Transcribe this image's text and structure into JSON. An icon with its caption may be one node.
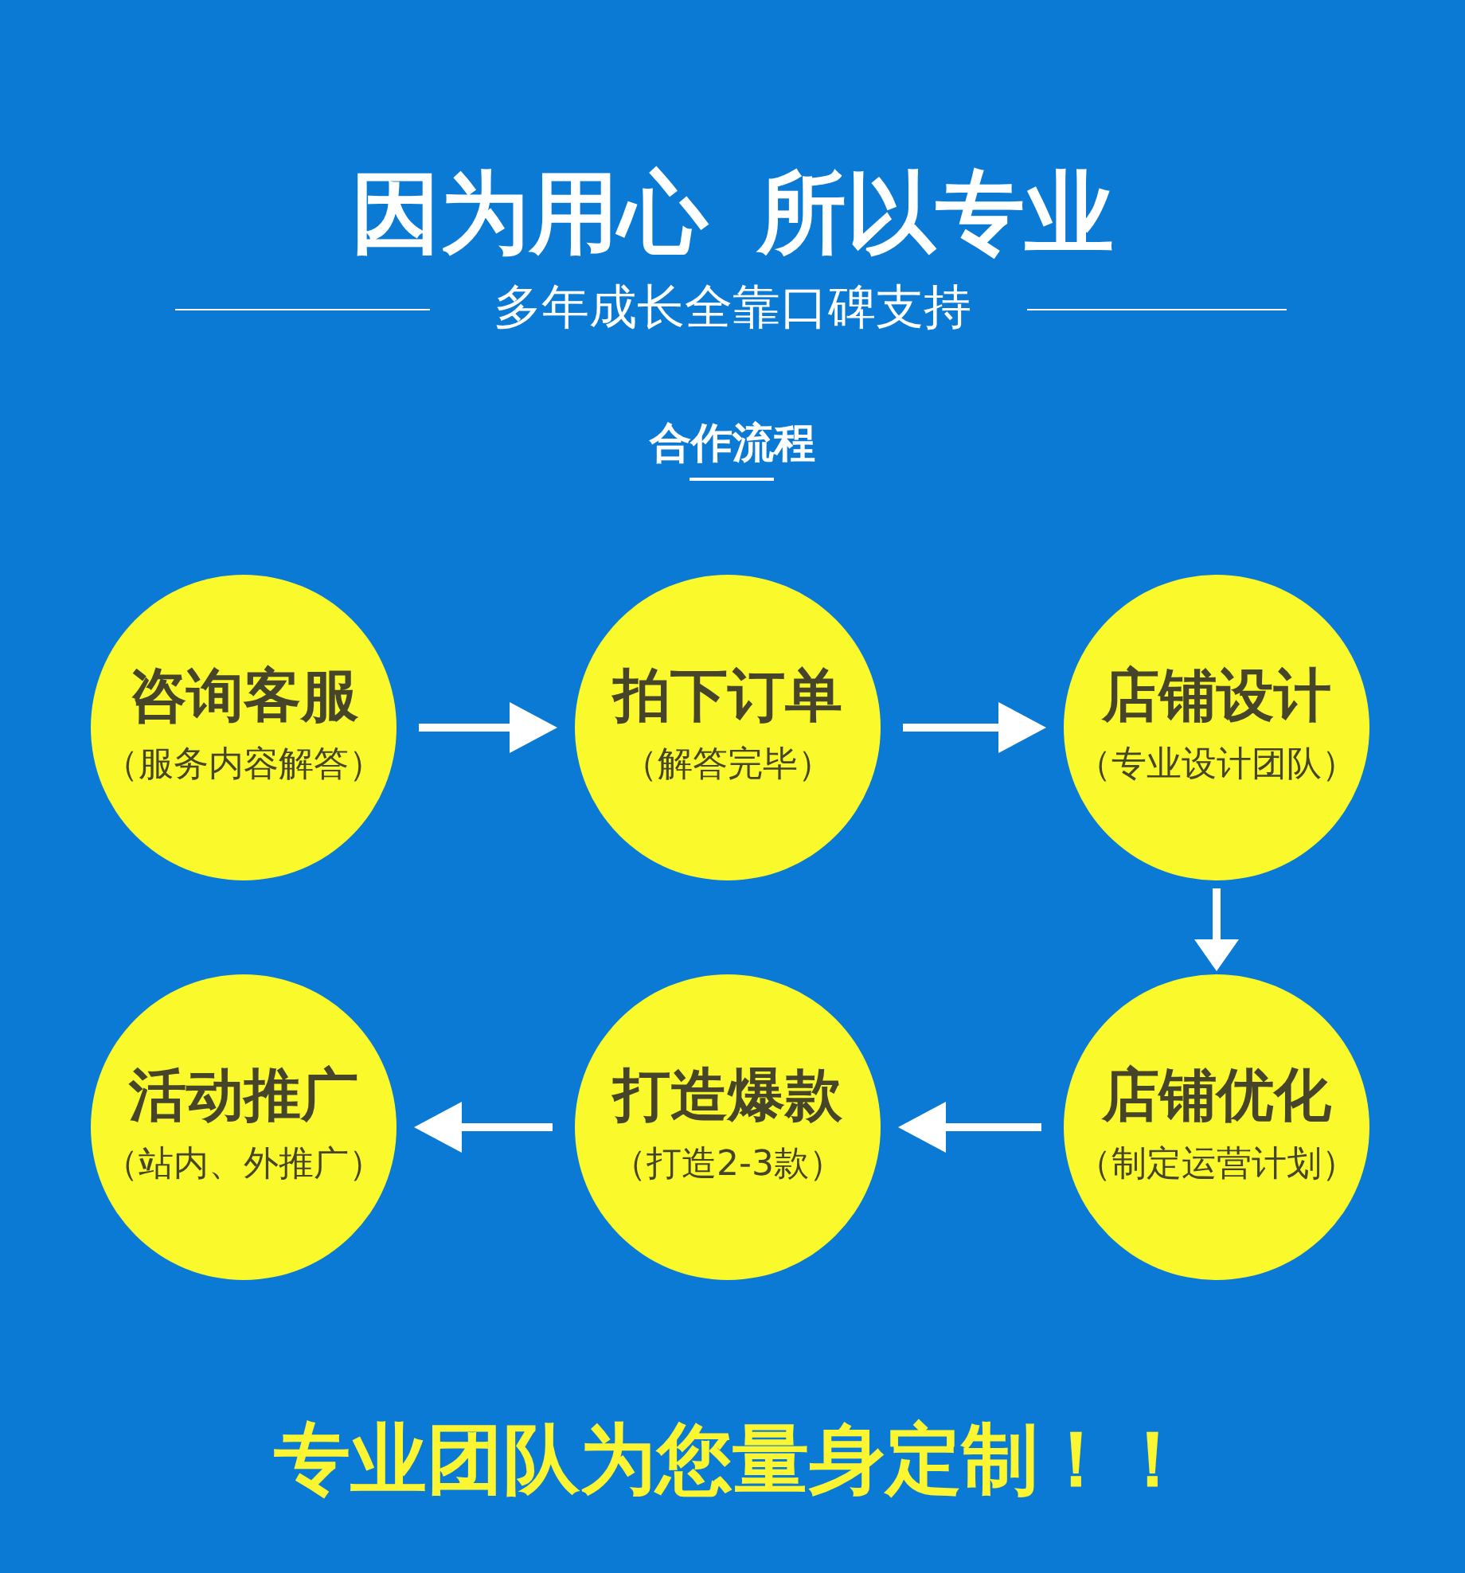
{
  "diagram": {
    "title": "因为用心 所以专业",
    "nodes": [
      {
        "text": [
          "咨询客服",
          "（服务内容解答）"
        ]
      },
      {
        "text": [
          "拍下订单",
          "（解答完毕）"
        ]
      },
      {
        "text": [
          "店铺设计",
          "（专业设计团队）"
        ]
      },
      {
        "text": [
          "活动推广",
          "（站内、外推广）"
        ]
      },
      {
        "text": [
          "打造爆款",
          "（打造2-3款）"
        ]
      },
      {
        "text": [
          "店铺优化",
          "（制定运营计划）"
        ]
      }
    ],
    "edges": [
      {
        "from": 0,
        "to": 1,
        "arrow": "to"
      },
      {
        "from": 1,
        "to": 2,
        "arrow": "to"
      },
      {
        "from": 2,
        "to": 5,
        "arrow": "to"
      },
      {
        "from": 5,
        "to": 4,
        "arrow": "to"
      },
      {
        "from": 4,
        "to": 3,
        "arrow": "to"
      }
    ],
    "labels": [
      "多年成长全靠口碑支持",
      "合作流程",
      "专业团队为您量身定制！！"
    ]
  }
}
